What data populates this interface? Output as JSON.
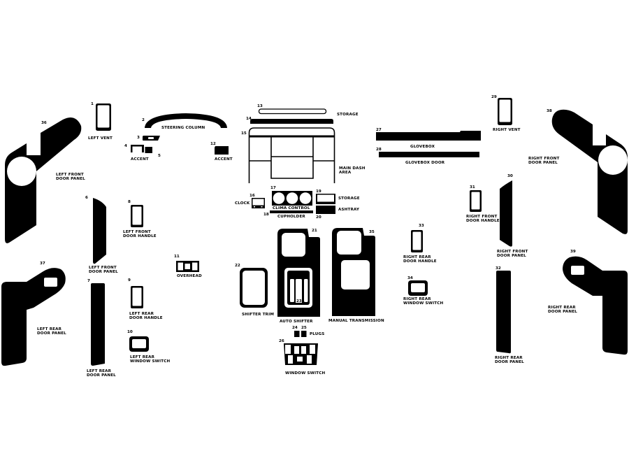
{
  "diagram": {
    "type": "dash-kit-parts-layout",
    "colors": {
      "background": "#ffffff",
      "parts": "#000000",
      "text": "#000000"
    }
  },
  "parts": {
    "p1": {
      "number": "1",
      "label": [
        "LEFT VENT"
      ]
    },
    "p2": {
      "number": "2",
      "label": [
        "STEERING COLUMN"
      ]
    },
    "p3": {
      "number": "3"
    },
    "p4": {
      "number": "4"
    },
    "p5": {
      "number": "5"
    },
    "p345_label": [
      "ACCENT"
    ],
    "p6": {
      "number": "6",
      "label": [
        "LEFT FRONT",
        "DOOR PANEL"
      ]
    },
    "p7": {
      "number": "7",
      "label": [
        "LEFT REAR",
        "DOOR PANEL"
      ]
    },
    "p8": {
      "number": "8",
      "label": [
        "LEFT FRONT",
        "DOOR HANDLE"
      ]
    },
    "p9": {
      "number": "9",
      "label": [
        "LEFT REAR",
        "DOOR HANDLE"
      ]
    },
    "p10": {
      "number": "10",
      "label": [
        "LEFT REAR",
        "WINDOW SWITCH"
      ]
    },
    "p11": {
      "number": "11",
      "label": [
        "OVERHEAD"
      ]
    },
    "p12": {
      "number": "12",
      "label": [
        "ACCENT"
      ]
    },
    "p13": {
      "number": "13"
    },
    "p14": {
      "number": "14"
    },
    "p1314_label": [
      "STORAGE"
    ],
    "p15": {
      "number": "15",
      "label": [
        "MAIN DASH",
        "AREA"
      ]
    },
    "p16": {
      "number": "16",
      "label": [
        "CLOCK"
      ]
    },
    "p17": {
      "number": "17",
      "label": [
        "CLIMA CONTROL"
      ]
    },
    "p18": {
      "number": "18",
      "label": [
        "CUPHOLDER"
      ]
    },
    "p19": {
      "number": "19",
      "label": [
        "STORAGE"
      ]
    },
    "p20": {
      "number": "20",
      "label": [
        "ASHTRAY"
      ]
    },
    "p21": {
      "number": "21",
      "label": [
        "AUTO SHIFTER"
      ]
    },
    "p22": {
      "number": "22",
      "label": [
        "SHIFTER TRIM"
      ]
    },
    "p23": {
      "number": "23"
    },
    "p24": {
      "number": "24"
    },
    "p25": {
      "number": "25"
    },
    "p2425_label": [
      "PLUGS"
    ],
    "p26": {
      "number": "26",
      "label": [
        "WINDOW SWITCH"
      ]
    },
    "p27": {
      "number": "27",
      "label": [
        "GLOVEBOX"
      ]
    },
    "p28": {
      "number": "28",
      "label": [
        "GLOVEBOX DOOR"
      ]
    },
    "p29": {
      "number": "29",
      "label": [
        "RIGHT VENT"
      ]
    },
    "p30": {
      "number": "30",
      "label": [
        "RIGHT FRONT",
        "DOOR PANEL"
      ]
    },
    "p31": {
      "number": "31",
      "label": [
        "RIGHT FRONT",
        "DOOR HANDLE"
      ]
    },
    "p32": {
      "number": "32",
      "label": [
        "RIGHT REAR",
        "DOOR PANEL"
      ]
    },
    "p33": {
      "number": "33",
      "label": [
        "RIGHT REAR",
        "DOOR HANDLE"
      ]
    },
    "p34": {
      "number": "34",
      "label": [
        "RIGHT REAR",
        "WINDOW SWITCH"
      ]
    },
    "p35": {
      "number": "35",
      "label": [
        "MANUAL TRANSMISSION"
      ]
    },
    "p36": {
      "number": "36",
      "label": [
        "LEFT FRONT",
        "DOOR PANEL"
      ]
    },
    "p37": {
      "number": "37",
      "label": [
        "LEFT REAR",
        "DOOR PANEL"
      ]
    },
    "p38": {
      "number": "38",
      "label": [
        "RIGHT FRONT",
        "DOOR PANEL"
      ]
    },
    "p39": {
      "number": "39",
      "label": [
        "RIGHT REAR",
        "DOOR PANEL"
      ]
    }
  }
}
